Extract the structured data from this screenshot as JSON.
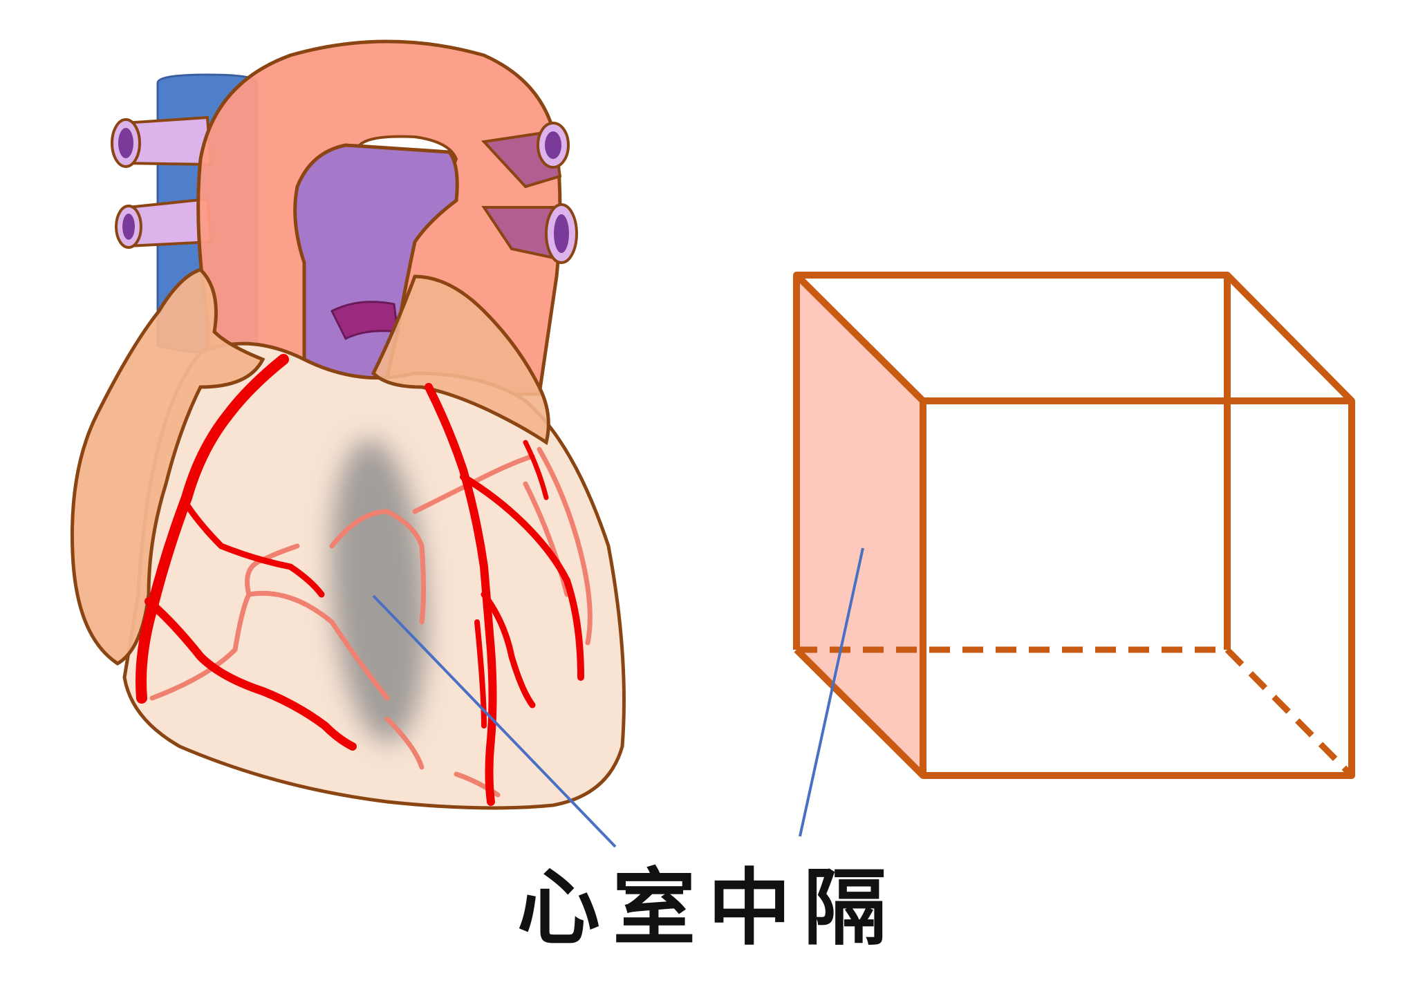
{
  "label": {
    "text": "心室中隔"
  },
  "colors": {
    "aorta": "#FD9B85",
    "aorta_stroke": "#8B4513",
    "vena_cava": "#4F7FCB",
    "pulmonary_artery": "#A678CA",
    "pulmonary_vein_outer": "#DDB3EC",
    "pulmonary_vein_inner": "#7A3A9A",
    "ventricle": "#F9E3D3",
    "atrium": "#F3B48C",
    "coronary_artery": "#EE0000",
    "coronary_vein": "#F08070",
    "septum_shadow": "#8C8C8C",
    "box_stroke": "#C85A12",
    "box_septum_fill": "#FFC8BC",
    "leader_line": "#4A70C4"
  },
  "icons": {
    "heart": "heart-illustration",
    "box": "box-model-illustration"
  }
}
